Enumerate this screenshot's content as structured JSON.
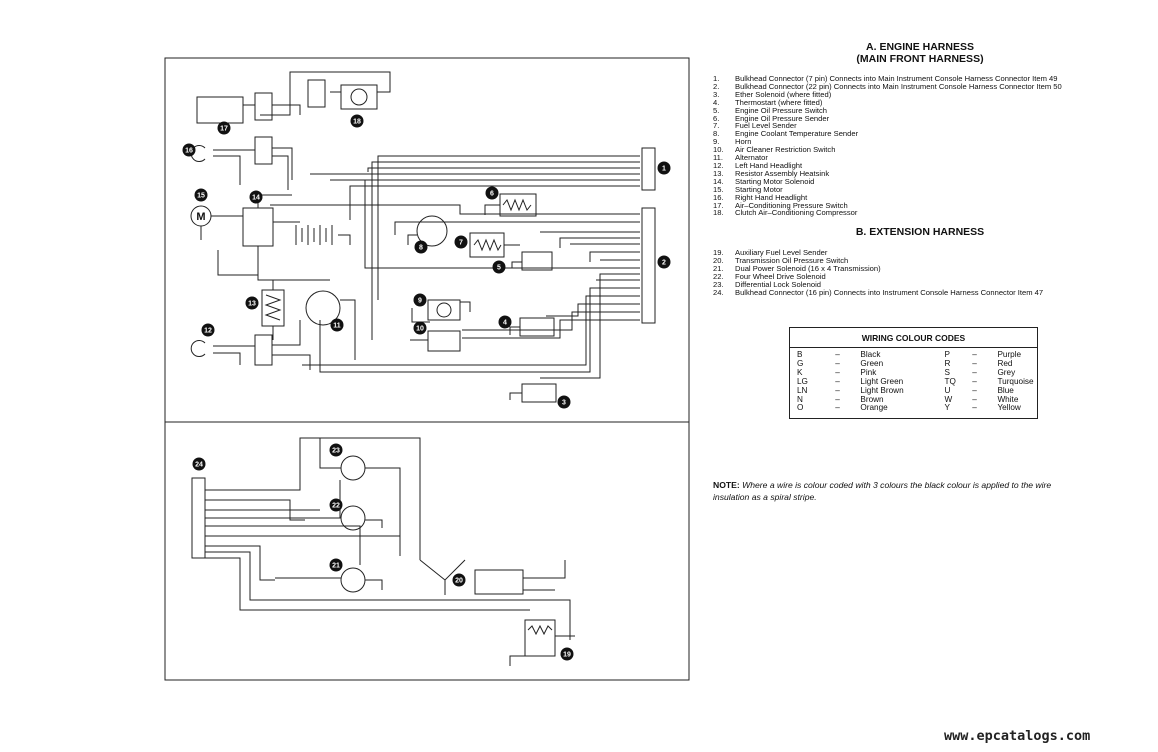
{
  "harness_a": {
    "title_line1": "A. ENGINE HARNESS",
    "title_line2": "(MAIN FRONT HARNESS)",
    "items": [
      {
        "num": "1.",
        "text": "Bulkhead Connector (7 pin) Connects into Main Instrument Console Harness Connector Item 49"
      },
      {
        "num": "2.",
        "text": "Bulkhead Connector (22 pin) Connects into Main Instrument Console Harness Connector Item 50"
      },
      {
        "num": "3.",
        "text": "Ether Solenoid (where fitted)"
      },
      {
        "num": "4.",
        "text": "Thermostart (where fitted)"
      },
      {
        "num": "5.",
        "text": "Engine Oil Pressure Switch"
      },
      {
        "num": "6.",
        "text": "Engine Oil Pressure Sender"
      },
      {
        "num": "7.",
        "text": "Fuel Level Sender"
      },
      {
        "num": "8.",
        "text": "Engine Coolant Temperature Sender"
      },
      {
        "num": "9.",
        "text": "Horn"
      },
      {
        "num": "10.",
        "text": "Air Cleaner Restriction Switch"
      },
      {
        "num": "11.",
        "text": "Alternator"
      },
      {
        "num": "12.",
        "text": "Left Hand Headlight"
      },
      {
        "num": "13.",
        "text": "Resistor Assembly Heatsink"
      },
      {
        "num": "14.",
        "text": "Starting Motor Solenoid"
      },
      {
        "num": "15.",
        "text": "Starting Motor"
      },
      {
        "num": "16.",
        "text": "Right Hand Headlight"
      },
      {
        "num": "17.",
        "text": "Air–Conditioning Pressure Switch"
      },
      {
        "num": "18.",
        "text": "Clutch Air–Conditioning Compressor"
      }
    ]
  },
  "harness_b": {
    "title": "B. EXTENSION HARNESS",
    "items": [
      {
        "num": "19.",
        "text": "Auxiliary Fuel Level Sender"
      },
      {
        "num": "20.",
        "text": "Transmission Oil Pressure Switch"
      },
      {
        "num": "21.",
        "text": "Dual Power Solenoid (16 x 4 Transmission)"
      },
      {
        "num": "22.",
        "text": "Four Wheel Drive Solenoid"
      },
      {
        "num": "23.",
        "text": "Differential Lock Solenoid"
      },
      {
        "num": "24.",
        "text": "Bulkhead Connector (16 pin) Connects into Instrument Console Harness Connector Item 47"
      }
    ]
  },
  "colour_codes": {
    "title": "WIRING COLOUR CODES",
    "rows": [
      {
        "c1": "B",
        "n1": "Black",
        "c2": "P",
        "n2": "Purple"
      },
      {
        "c1": "G",
        "n1": "Green",
        "c2": "R",
        "n2": "Red"
      },
      {
        "c1": "K",
        "n1": "Pink",
        "c2": "S",
        "n2": "Grey"
      },
      {
        "c1": "LG",
        "n1": "Light Green",
        "c2": "TQ",
        "n2": "Turquoise"
      },
      {
        "c1": "LN",
        "n1": "Light Brown",
        "c2": "U",
        "n2": "Blue"
      },
      {
        "c1": "N",
        "n1": "Brown",
        "c2": "W",
        "n2": "White"
      },
      {
        "c1": "O",
        "n1": "Orange",
        "c2": "Y",
        "n2": "Yellow"
      }
    ],
    "dash": "–"
  },
  "note": {
    "label": "NOTE:",
    "text": "Where a wire is colour coded with 3 colours the black colour is applied to the wire insulation as a spiral stripe."
  },
  "diagram": {
    "callouts_a": [
      "1",
      "2",
      "3",
      "4",
      "5",
      "6",
      "7",
      "8",
      "9",
      "10",
      "11",
      "12",
      "13",
      "14",
      "15",
      "16",
      "17",
      "18"
    ],
    "callouts_b": [
      "19",
      "20",
      "21",
      "22",
      "23",
      "24"
    ],
    "motor_symbol": "M"
  },
  "watermark": "www.epcatalogs.com"
}
